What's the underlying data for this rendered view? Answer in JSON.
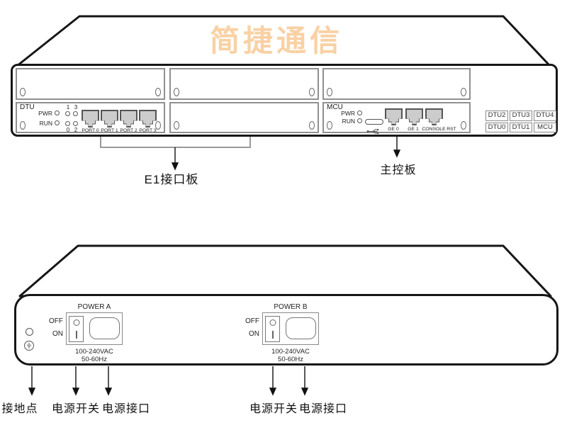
{
  "watermark": "简捷通信",
  "front": {
    "dtu": {
      "title": "DTU",
      "leds": [
        "PWR",
        "RUN"
      ],
      "led_matrix_top": [
        "1",
        "3"
      ],
      "led_matrix_bottom": [
        "0",
        "2"
      ],
      "ports": [
        "PORT 0",
        "PORT 1",
        "PORT 2",
        "PORT 3"
      ]
    },
    "mcu": {
      "title": "MCU",
      "leds": [
        "PWR",
        "RUN"
      ],
      "ports": [
        "GE 0",
        "GE 1",
        "CONSOLE"
      ],
      "reset_label": "RST"
    },
    "slot_labels": {
      "row1": [
        "DTU2",
        "DTU3",
        "DTU4"
      ],
      "row2": [
        "DTU0",
        "DTU1",
        "MCU"
      ]
    },
    "callouts": {
      "e1_board": "E1接口板",
      "main_board": "主控板"
    }
  },
  "rear": {
    "power_a": {
      "title": "POWER A",
      "off": "OFF",
      "on": "ON",
      "voltage": "100-240VAC",
      "frequency": "50-60Hz"
    },
    "power_b": {
      "title": "POWER B",
      "off": "OFF",
      "on": "ON",
      "voltage": "100-240VAC",
      "frequency": "50-60Hz"
    },
    "callouts": {
      "ground_point": "接地点",
      "power_switch_a": "电源开关",
      "power_socket_a": "电源接口",
      "power_switch_b": "电源开关",
      "power_socket_b": "电源接口"
    }
  },
  "colors": {
    "outline": "#161616",
    "slot_border": "#909090",
    "port_fill": "#cccccc",
    "watermark": "#f9d1a4"
  }
}
